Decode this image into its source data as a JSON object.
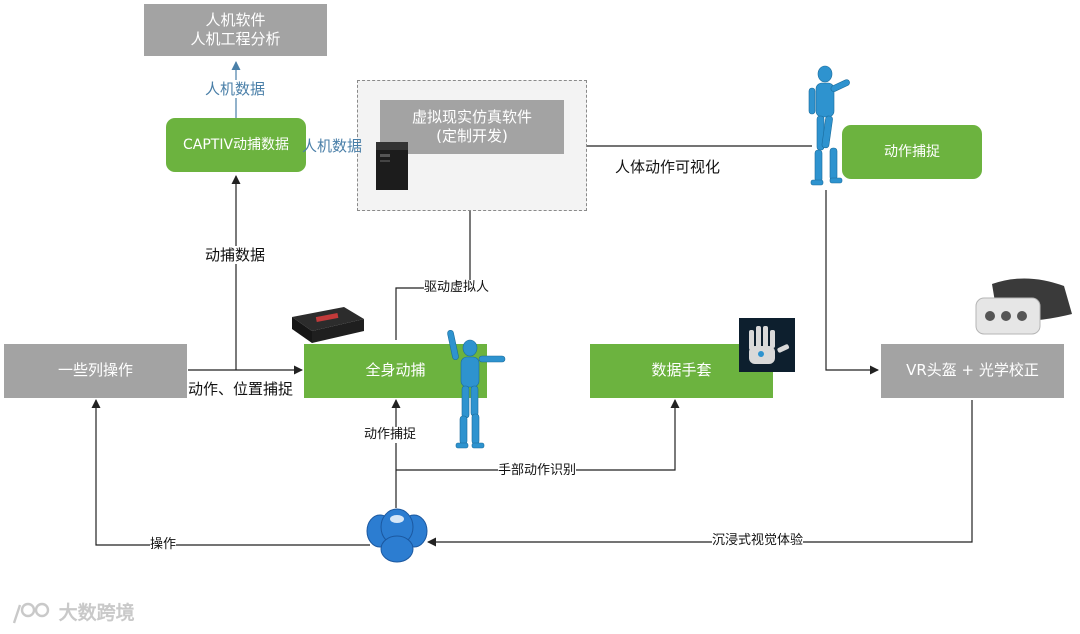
{
  "boxes": {
    "ergo_software": "人机软件\n人机工程分析",
    "captiv": "CAPTIV动捕数据",
    "vr_sim": "虚拟现实仿真软件\n(定制开发)",
    "mocap_top": "动作捕捉",
    "operations": "一些列操作",
    "full_body": "全身动捕",
    "gloves": "数据手套",
    "vr_headset": "VR头盔 + 光学校正"
  },
  "labels": {
    "human_data_vertical": "人机数据",
    "human_data_side": "人机数据",
    "mocap_data": "动捕数据",
    "drive_avatar": "驱动虚拟人",
    "body_visualization": "人体动作可视化",
    "action_position_capture": "动作、位置捕捉",
    "motion_capture": "动作捕捉",
    "hand_recognition": "手部动作识别",
    "operate": "操作",
    "immersive_experience": "沉浸式视觉体验"
  },
  "watermark": "大数跨境",
  "icons": {
    "pc_tower": "desktop-tower-icon",
    "mocap_device": "mocap-device-icon",
    "avatar_top": "blue-humanoid-figure-icon",
    "avatar_center": "blue-humanoid-figure-icon",
    "glove": "data-glove-icon",
    "headset": "vr-headset-icon",
    "person": "blue-person-icon",
    "watermark_logo": "watermark-logo-icon"
  },
  "colors": {
    "gray_box": "#a3a3a3",
    "green_box": "#6cb33f",
    "blue_label": "#4a7fa8",
    "figure_blue": "#2e93cf"
  }
}
